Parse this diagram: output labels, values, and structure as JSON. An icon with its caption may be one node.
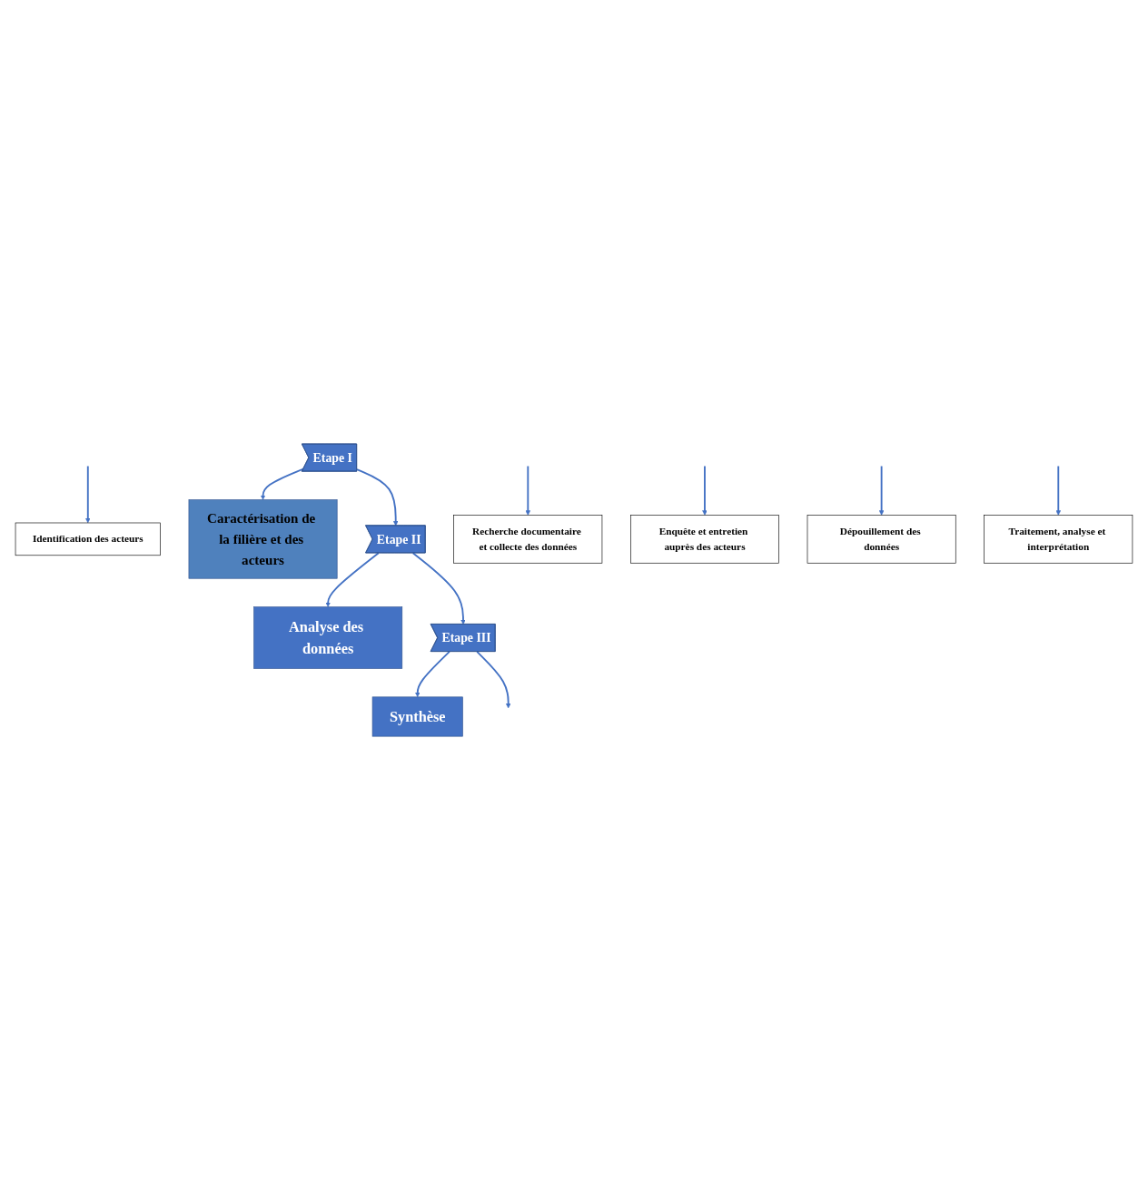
{
  "diagram": {
    "nodes": [
      {
        "text": [
          "Etape I"
        ]
      },
      {
        "text": [
          "Caractérisation de la filière et des acteurs"
        ]
      },
      {
        "text": [
          "Identification des acteurs"
        ]
      },
      {
        "text": [
          "Recherche documentaire et collecte des données"
        ]
      },
      {
        "text": [
          "Enquête et entretien auprès des acteurs"
        ]
      },
      {
        "text": [
          "Etape II"
        ]
      },
      {
        "text": [
          "Analyse des données"
        ]
      },
      {
        "text": [
          "Dépouillement des données"
        ]
      },
      {
        "text": [
          "Traitement, analyse et interprétation"
        ]
      },
      {
        "text": [
          "Etape III"
        ]
      },
      {
        "text": [
          "Synthèse"
        ]
      }
    ],
    "edges": [
      {
        "from": 0,
        "to": 1,
        "arrow": "to"
      },
      {
        "from": null,
        "to": 2,
        "arrow": "to"
      },
      {
        "from": null,
        "to": 3,
        "arrow": "to"
      },
      {
        "from": null,
        "to": 4,
        "arrow": "to"
      },
      {
        "from": 0,
        "to": 5,
        "arrow": "to"
      },
      {
        "from": 5,
        "to": 6,
        "arrow": "to"
      },
      {
        "from": null,
        "to": 7,
        "arrow": "to"
      },
      {
        "from": null,
        "to": 8,
        "arrow": "to"
      },
      {
        "from": 5,
        "to": 9,
        "arrow": "to"
      },
      {
        "from": 9,
        "to": 10,
        "arrow": "to"
      },
      {
        "from": 9,
        "to": null,
        "arrow": "to"
      }
    ]
  }
}
